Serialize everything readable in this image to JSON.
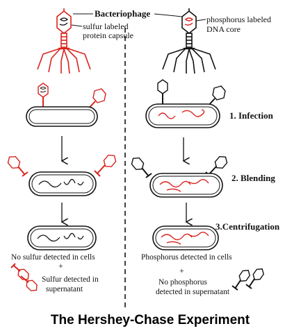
{
  "colors": {
    "sulfur_red": "#d8231d",
    "ink": "#111111",
    "background": "#ffffff"
  },
  "labels": {
    "bacteriophage": "Bacteriophage",
    "sulfur_protein_line1": "sulfur labeled",
    "sulfur_protein_line2": "protein capsule",
    "phosphorus_dna_line1": "phosphorus labeled",
    "phosphorus_dna_line2": "DNA core"
  },
  "steps": [
    {
      "label": "1. Infection"
    },
    {
      "label": "2. Blending"
    },
    {
      "label": "3.Centrifugation"
    }
  ],
  "results_left": {
    "cells": "No sulfur detected in cells",
    "plus": "+",
    "super_line1": "Sulfur detected in",
    "super_line2": "supernatant"
  },
  "results_right": {
    "cells": "Phosphorus detected in cells",
    "plus": "+",
    "super_line1": "No phosphorus",
    "super_line2": "detected in supernatant"
  },
  "title": "The Hershey-Chase Experiment"
}
